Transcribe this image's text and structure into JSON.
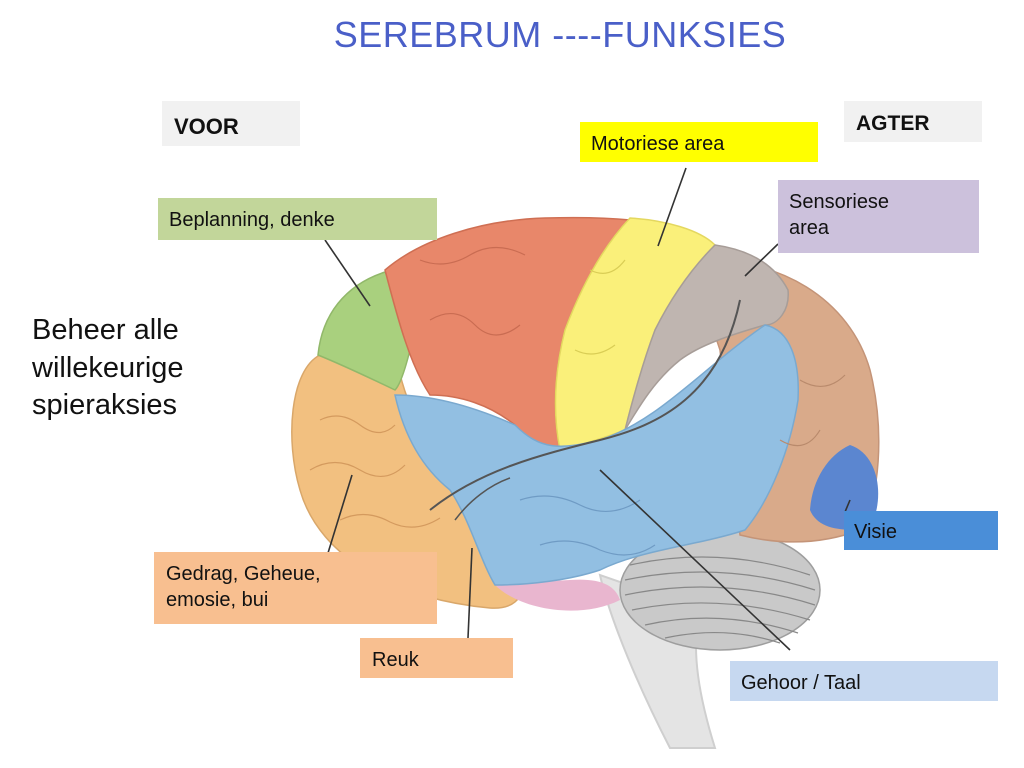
{
  "title": "SEREBRUM ----FUNKSIES",
  "labels": {
    "voor": "VOOR",
    "agter": "AGTER",
    "motor": "Motoriese area",
    "sensory_line1": "Sensoriese",
    "sensory_line2": "area",
    "planning": "Beplanning, denke",
    "vision": "Visie",
    "behavior_line1": "Gedrag, Geheue,",
    "behavior_line2": "emosie, bui",
    "smell": "Reuk",
    "hearing": "Gehoor / Taal"
  },
  "side_text": {
    "line1": "Beheer alle",
    "line2": "willekeurige",
    "line3": "spieraksies"
  },
  "colors": {
    "title": "#4a5fc8",
    "frontal_orange": "#f2c080",
    "planning_green": "#a9d07e",
    "motor_red": "#e8876a",
    "motor_yellow": "#faf07a",
    "sensory_gray": "#bfb5b0",
    "temporal_blue": "#92bfe2",
    "occipital_brown": "#d9aa8a",
    "vision_blue": "#5b86d0",
    "olfactory_pink": "#e9b6cf"
  }
}
